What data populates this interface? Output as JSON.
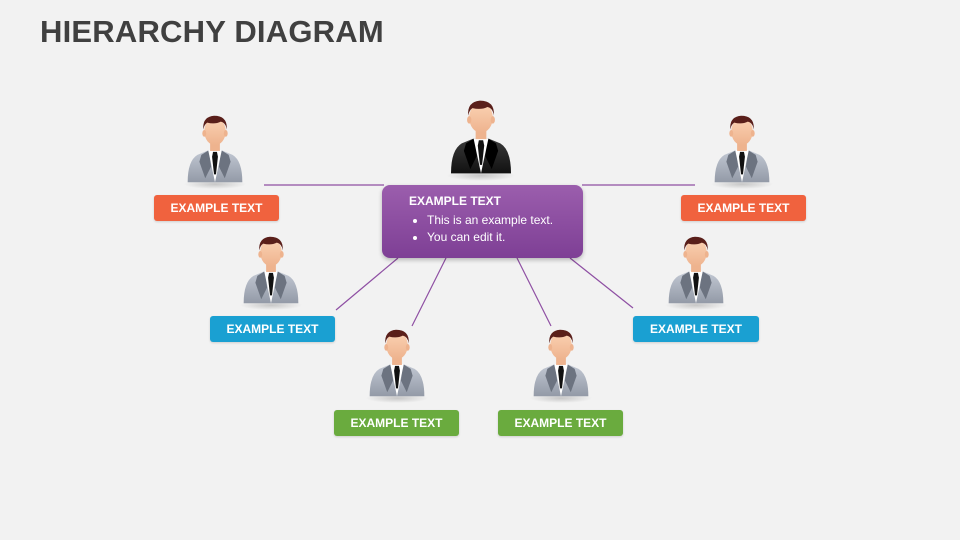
{
  "title": "HIERARCHY DIAGRAM",
  "center": {
    "heading": "EXAMPLE TEXT",
    "bullets": [
      "This is an example text.",
      "You can edit it."
    ]
  },
  "nodes": [
    {
      "id": "top-left",
      "label": "EXAMPLE TEXT",
      "color": "#f0623e"
    },
    {
      "id": "top-right",
      "label": "EXAMPLE TEXT",
      "color": "#f0623e"
    },
    {
      "id": "mid-left",
      "label": "EXAMPLE TEXT",
      "color": "#1aa0d2"
    },
    {
      "id": "mid-right",
      "label": "EXAMPLE TEXT",
      "color": "#1aa0d2"
    },
    {
      "id": "bottom-left",
      "label": "EXAMPLE TEXT",
      "color": "#6aab3e"
    },
    {
      "id": "bottom-right",
      "label": "EXAMPLE TEXT",
      "color": "#6aab3e"
    }
  ],
  "colors": {
    "connector": "#8e4fa3",
    "center_box": "#8a4aa0",
    "suit_gray": "#a9b0bd",
    "suit_dark": "#1f1f1f"
  },
  "icons": [
    "person-icon",
    "manager-icon"
  ]
}
